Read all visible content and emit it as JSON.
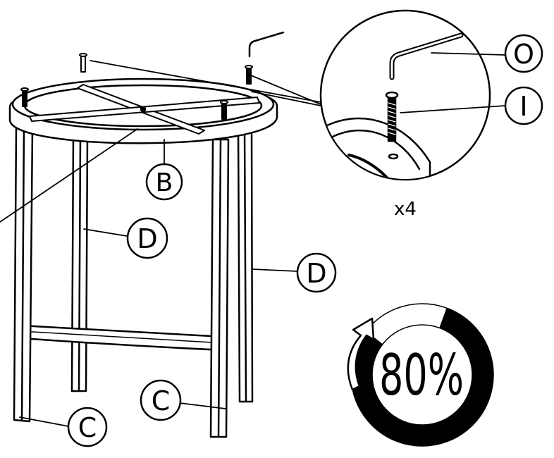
{
  "labels": {
    "top_ring": "B",
    "leg_left": "D",
    "leg_right": "D",
    "foot_left": "C",
    "foot_mid": "C",
    "hex_key": "O",
    "screw": "I"
  },
  "quantity": "x4",
  "progress": {
    "text": "80%",
    "value": 0.8
  },
  "colors": {
    "line": "#000000",
    "background": "#ffffff",
    "progress_fill": "#000000"
  }
}
